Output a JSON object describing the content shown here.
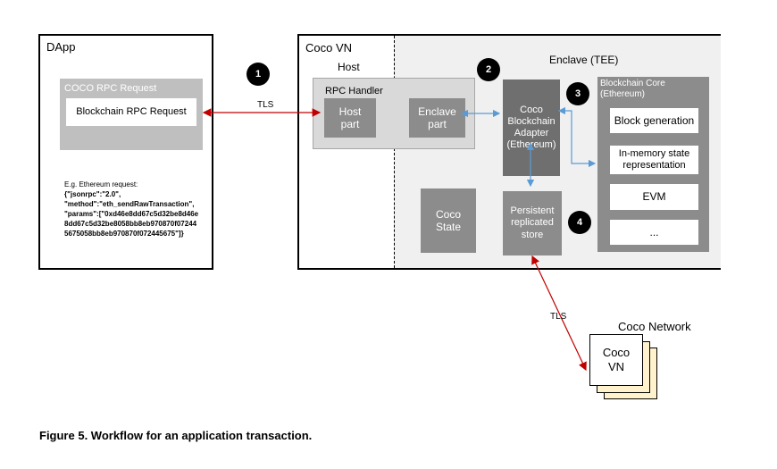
{
  "dapp": {
    "title": "DApp",
    "rpc_request_outer": "COCO RPC Request",
    "rpc_request_inner": "Blockchain RPC Request",
    "example": {
      "line1": "E.g. Ethereum request:",
      "line2": "{\"jsonrpc\":\"2.0\",",
      "line3": "\"method\":\"eth_sendRawTransaction\",",
      "line4": "\"params\":[\"0xd46e8dd67c5d32be8d46e",
      "line5": "8dd67c5d32be8058bb8eb970870f07244",
      "line6": "5675058bb8eb970870f072445675\"]}"
    }
  },
  "coco_vn": {
    "title": "Coco VN",
    "host_label": "Host",
    "enclave_label": "Enclave (TEE)",
    "rpc_handler": "RPC Handler",
    "host_part": "Host part",
    "enclave_part": "Enclave part",
    "adapter": "Coco Blockchain Adapter (Ethereum)",
    "core_title": "Blockchain Core (Ethereum)",
    "core_items": [
      "Block generation",
      "In-memory state representation",
      "EVM",
      "..."
    ],
    "coco_state": "Coco State",
    "persistent_store": "Persistent replicated store"
  },
  "badges": [
    "1",
    "2",
    "3",
    "4"
  ],
  "links": {
    "tls_top": "TLS",
    "tls_bottom": "TLS"
  },
  "network": {
    "title": "Coco Network",
    "node": "Coco VN"
  },
  "caption": "Figure 5. Workflow for an application transaction.",
  "colors": {
    "arrow_red": "#c00000",
    "arrow_blue": "#5b9bd5",
    "gray": "#8c8c8c",
    "light_gray": "#e6e6e6",
    "dark_gray": "#6f6f6f",
    "note_yellow": "#fff2cc"
  }
}
